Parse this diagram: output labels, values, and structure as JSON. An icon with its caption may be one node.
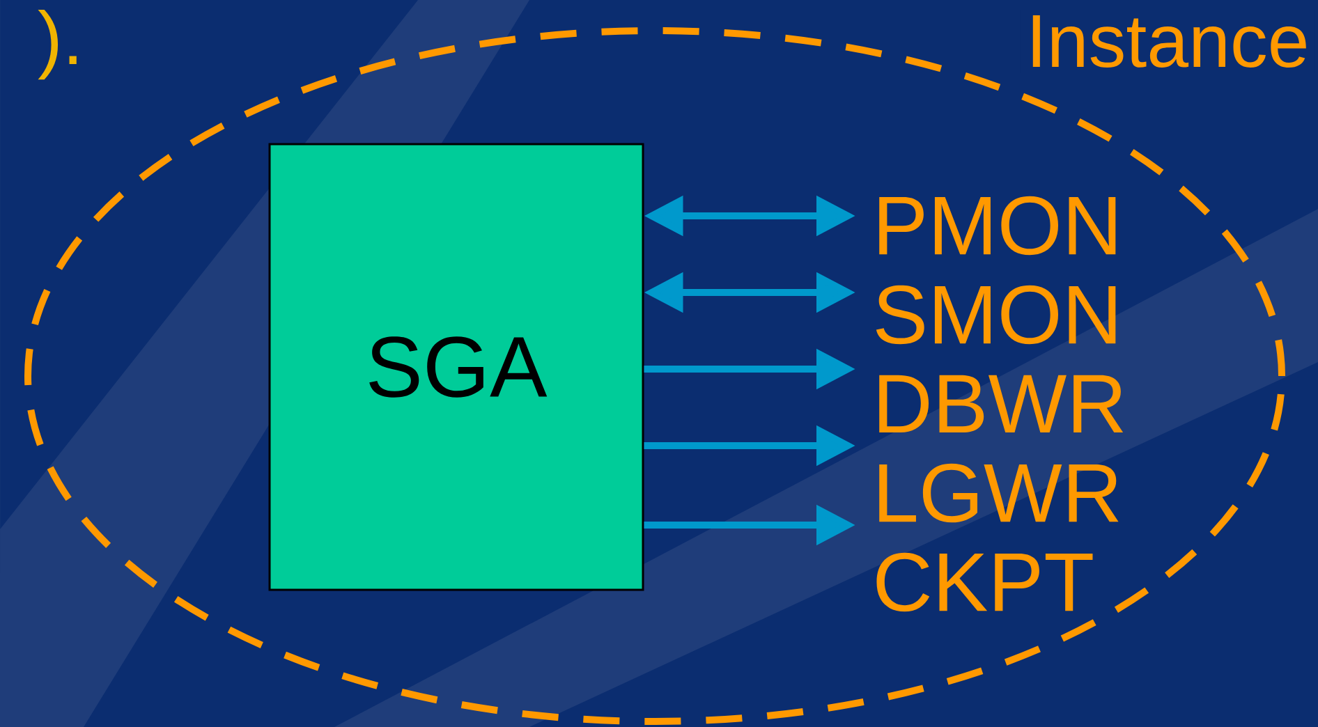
{
  "diagram": {
    "nodes": [
      {
        "text": [
          "Instance"
        ]
      },
      {
        "text": [
          "SGA"
        ],
        "in": 0
      },
      {
        "text": [
          "PMON"
        ],
        "in": 0
      },
      {
        "text": [
          "SMON"
        ],
        "in": 0
      },
      {
        "text": [
          "DBWR"
        ],
        "in": 0
      },
      {
        "text": [
          "LGWR"
        ],
        "in": 0
      },
      {
        "text": [
          "CKPT"
        ],
        "in": 0
      }
    ],
    "edges": [
      {
        "from": 1,
        "to": 2,
        "arrow": "both"
      },
      {
        "from": 1,
        "to": 3,
        "arrow": "both"
      },
      {
        "from": 1,
        "to": 4,
        "arrow": "to"
      },
      {
        "from": 1,
        "to": 5,
        "arrow": "to"
      },
      {
        "from": 1,
        "to": 6,
        "arrow": "to"
      }
    ],
    "labels": [
      ")."
    ]
  }
}
